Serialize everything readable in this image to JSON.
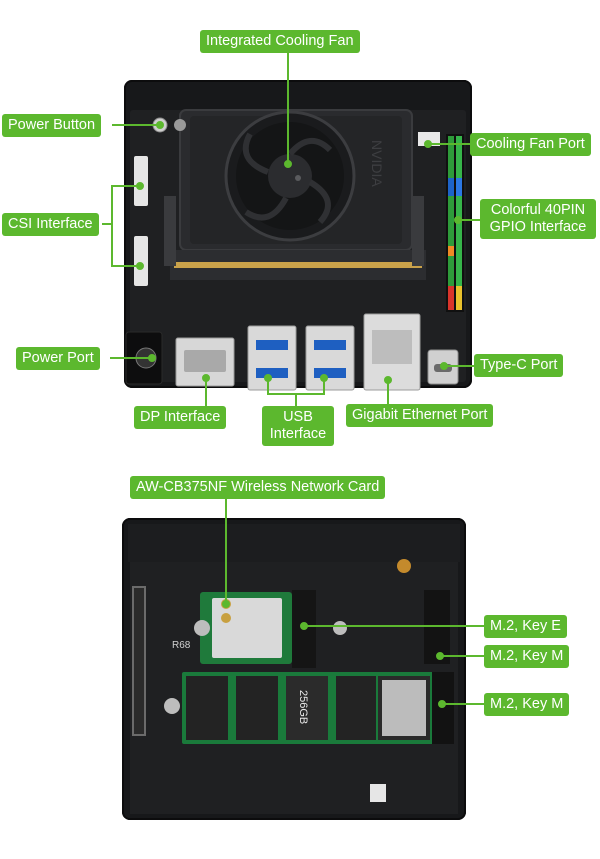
{
  "labels": {
    "cooling_fan": "Integrated Cooling Fan",
    "power_button": "Power Button",
    "cooling_fan_port": "Cooling Fan Port",
    "csi_interface": "CSI Interface",
    "gpio_line1": "Colorful 40PIN",
    "gpio_line2": "GPIO Interface",
    "power_port": "Power Port",
    "typec_port": "Type-C Port",
    "dp_interface": "DP Interface",
    "usb_line1": "USB",
    "usb_line2": "Interface",
    "ethernet_port": "Gigabit Ethernet Port",
    "wireless_card": "AW-CB375NF Wireless Network Card",
    "m2_key_e": "M.2, Key E",
    "m2_key_m_1": "M.2, Key M",
    "m2_key_m_2": "M.2, Key M"
  },
  "board_markings": {
    "nvidia": "NVIDIA",
    "ssd_capacity": "256GB",
    "r68": "R68"
  },
  "colors": {
    "label_bg": "#5cb82e",
    "board": "#17181a",
    "pcb": "#1f2022"
  },
  "icons": {
    "fan": "fan-icon",
    "ethernet": "rj45-jack",
    "usb": "usb-a-jack"
  }
}
